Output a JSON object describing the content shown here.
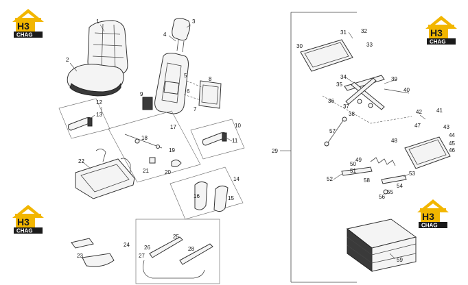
{
  "logo": {
    "mark": "H3",
    "word": "CHAG",
    "colors": {
      "roof": "#f2b600",
      "plate": "#1a1a1a",
      "text": "#ffffff"
    }
  },
  "callouts": {
    "c1": "1",
    "c2": "2",
    "c3": "3",
    "c4": "4",
    "c5": "5",
    "c6": "6",
    "c7": "7",
    "c8": "8",
    "c9": "9",
    "c10": "10",
    "c11": "11",
    "c12": "12",
    "c13": "13",
    "c14": "14",
    "c15": "15",
    "c16": "16",
    "c17": "17",
    "c18": "18",
    "c19": "19",
    "c20": "20",
    "c21": "21",
    "c22": "22",
    "c23": "23",
    "c24": "24",
    "c25": "25",
    "c26": "26",
    "c27": "27",
    "c28": "28",
    "c29": "29",
    "c30": "30",
    "c31": "31",
    "c32": "32",
    "c33": "33",
    "c34": "34",
    "c35": "35",
    "c36": "36",
    "c37": "37",
    "c38": "38",
    "c39": "39",
    "c40": "40",
    "c41": "41",
    "c42": "42",
    "c43": "43",
    "c44": "44",
    "c45": "45",
    "c46": "46",
    "c47": "47",
    "c48": "48",
    "c49": "49",
    "c50": "50",
    "c51": "51",
    "c52": "52",
    "c53": "53",
    "c54": "54",
    "c55": "55",
    "c56": "56",
    "c57": "57",
    "c58": "58",
    "c59": "59"
  }
}
